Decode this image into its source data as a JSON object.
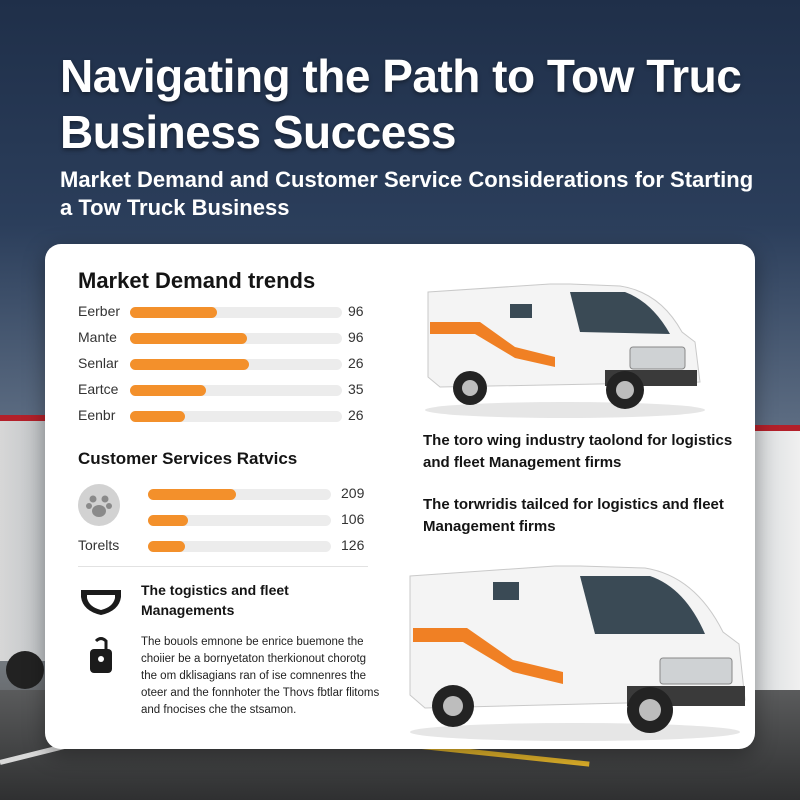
{
  "header": {
    "title": "Navigating the Path to Tow Truc Business Success",
    "subtitle": "Market Demand and Customer Service Considerations for Starting a Tow Truck Business"
  },
  "market": {
    "title": "Market Demand trends",
    "rows": [
      {
        "label": "Eerber",
        "value": "96",
        "fill_pct": 41
      },
      {
        "label": "Mante",
        "value": "96",
        "fill_pct": 55
      },
      {
        "label": "Senlar",
        "value": "26",
        "fill_pct": 56
      },
      {
        "label": "Eartce",
        "value": "35",
        "fill_pct": 36
      },
      {
        "label": "Eenbr",
        "value": "26",
        "fill_pct": 26
      }
    ]
  },
  "customer": {
    "title": "Customer Services Ratvics",
    "rows": [
      {
        "label": "",
        "value": "209",
        "fill_pct": 48
      },
      {
        "label": "",
        "value": "106",
        "fill_pct": 22
      },
      {
        "label": "Torelts",
        "value": "126",
        "fill_pct": 20
      }
    ]
  },
  "logistics": {
    "title": "The togistics and fleet Managements",
    "description": "The bouols emnone be enrice buemone the choiier be a bornyetaton therkionout chorotg the om dklisagians ran of ise comnenres the oteer and the fonnhoter the Thovs fbtlar flitoms and fnocises che the stsamon."
  },
  "right_panel": {
    "text1": "The toro wing industry taolond for logistics and fleet Management firms",
    "text2": "The torwridis tailced for logistics and fleet Management firms"
  },
  "colors": {
    "accent": "#f3902b",
    "track": "#ececec"
  },
  "icons": {
    "paw": "paw-icon",
    "shield": "shield-icon",
    "lock": "lock-icon",
    "van": "van-image"
  }
}
